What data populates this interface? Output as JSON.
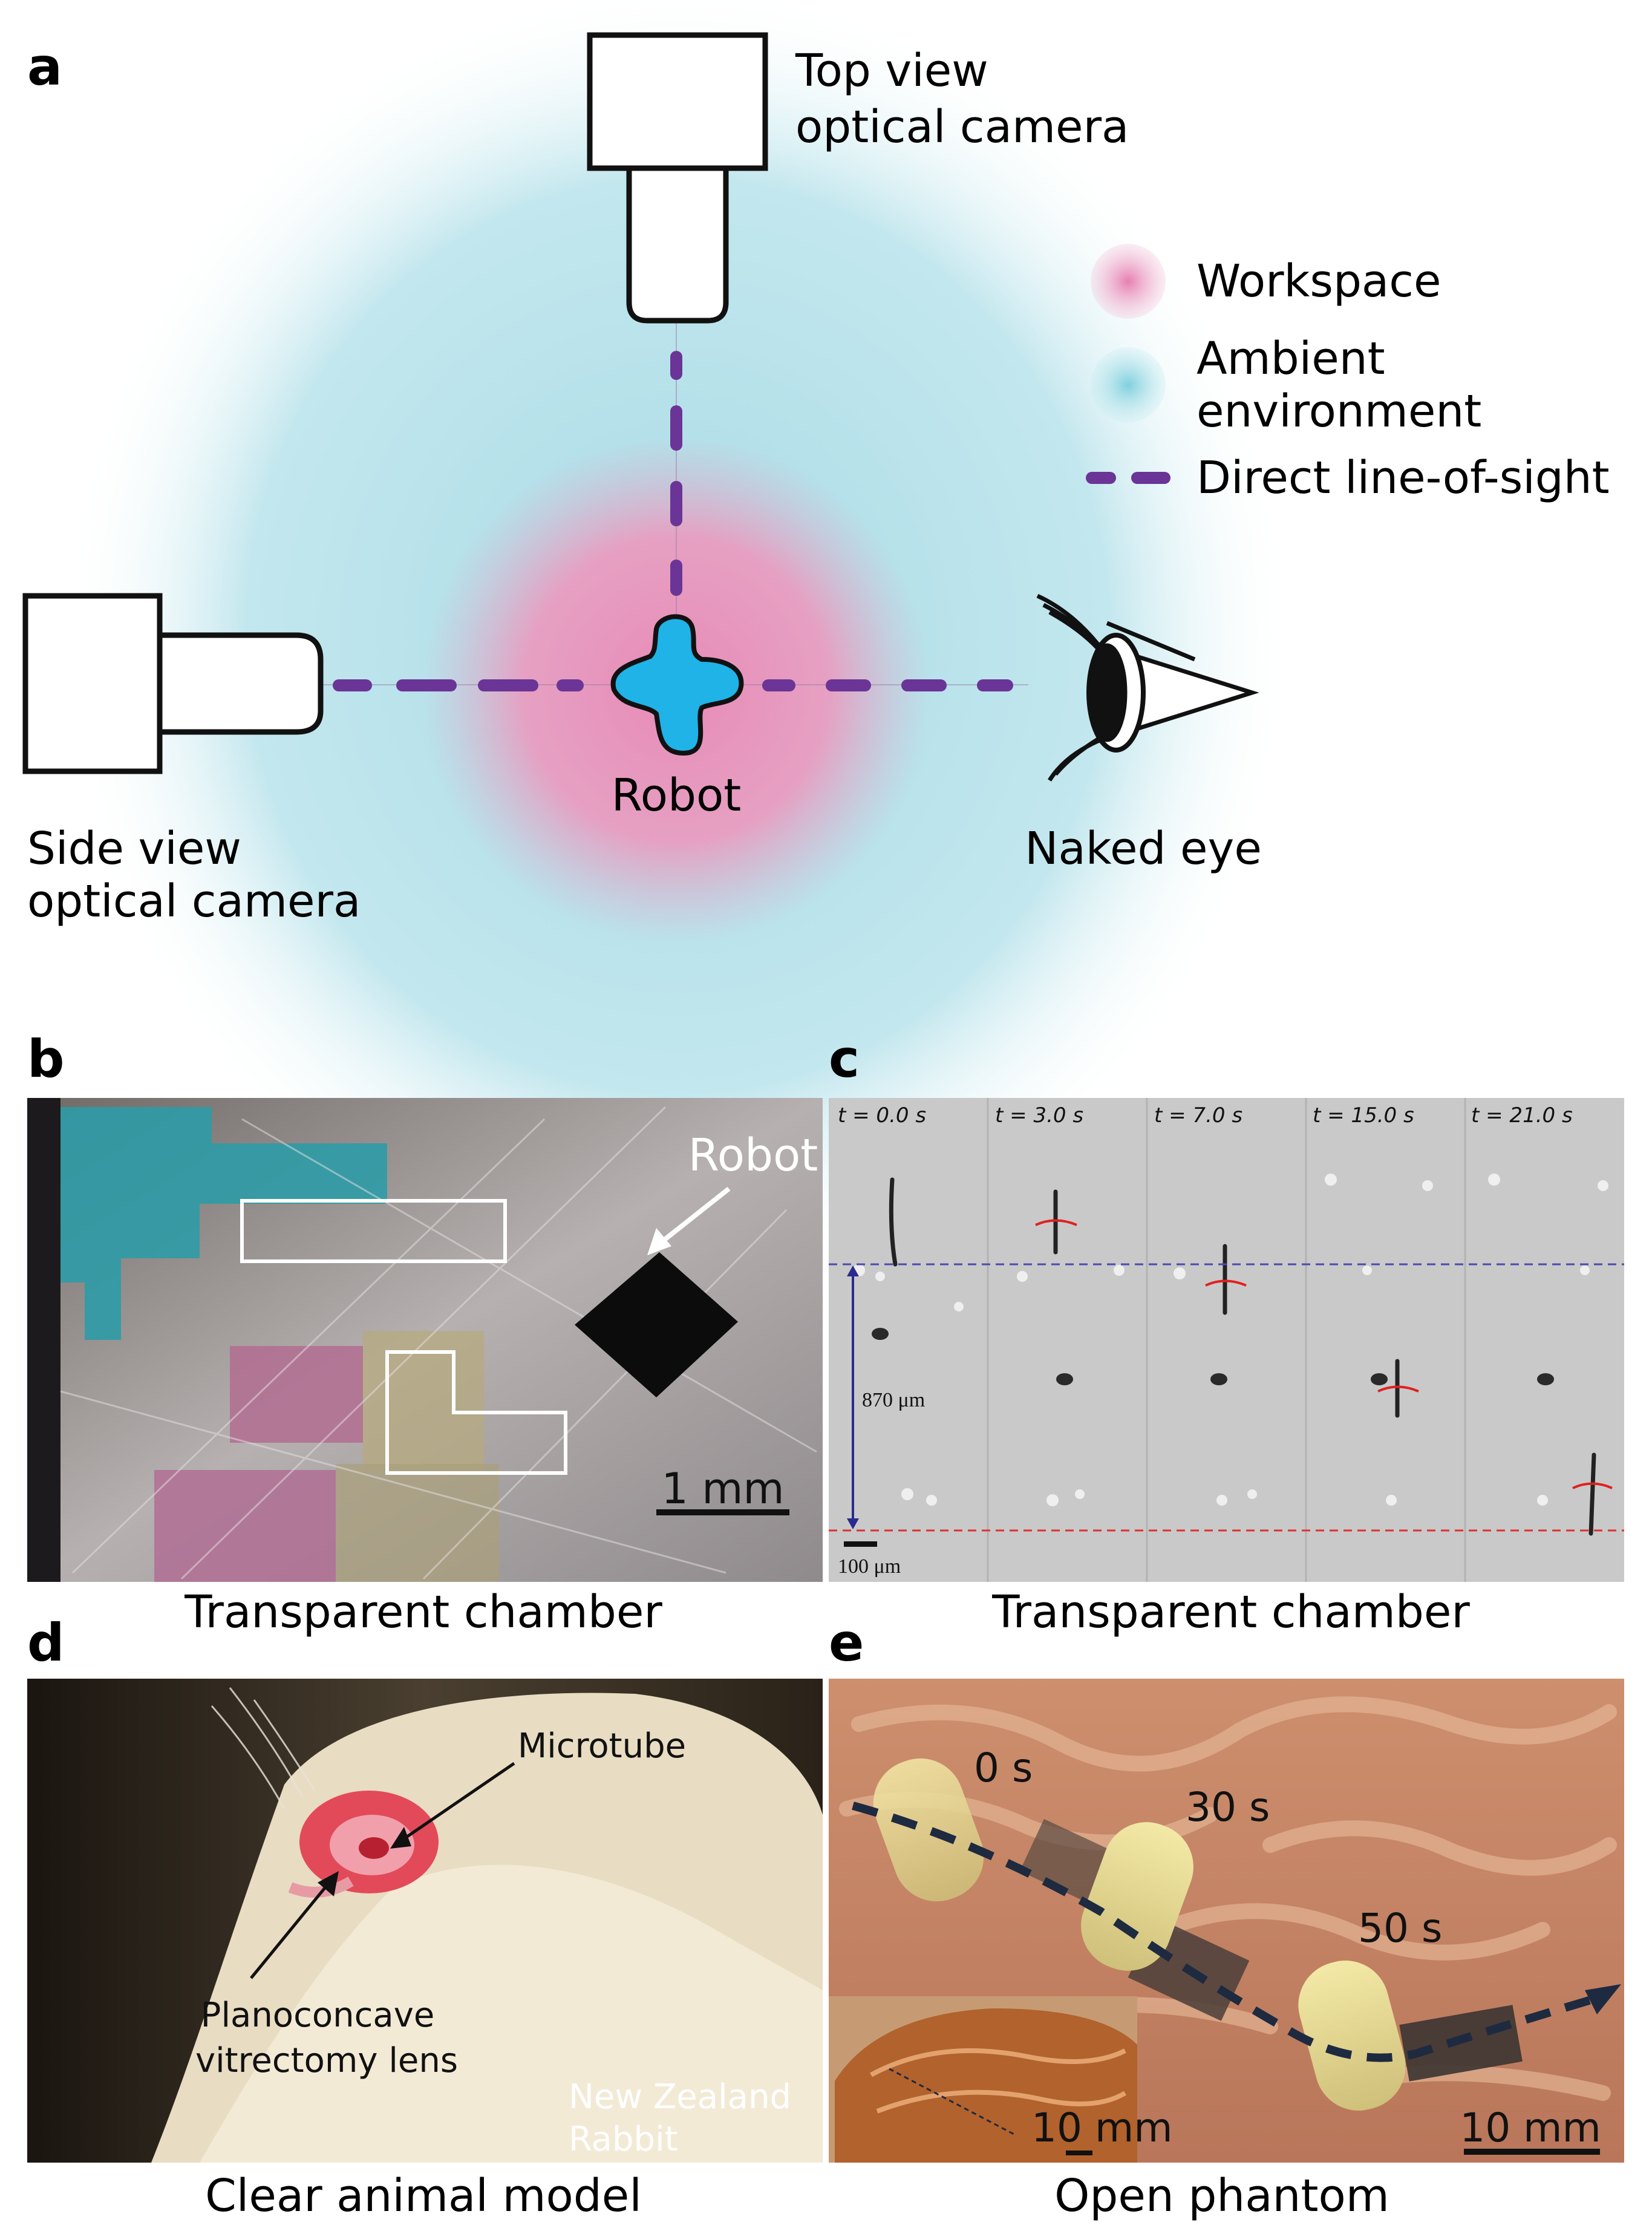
{
  "panel_letters": {
    "a": "a",
    "b": "b",
    "c": "c",
    "d": "d",
    "e": "e"
  },
  "panel_a": {
    "top_camera_line1": "Top view",
    "top_camera_line2": "optical camera",
    "side_camera_line1": "Side view",
    "side_camera_line2": "optical camera",
    "robot_label": "Robot",
    "eye_label": "Naked eye",
    "legend": {
      "workspace": "Workspace",
      "ambient_line1": "Ambient",
      "ambient_line2": "environment",
      "line_of_sight": "Direct line-of-sight"
    },
    "colors": {
      "workspace": "#e58fb8",
      "ambient": "#b5e1e9",
      "line_of_sight": "#6a3596",
      "robot": "#1fb3e8"
    }
  },
  "panel_b": {
    "robot_label": "Robot",
    "scale_bar": "1 mm",
    "caption": "Transparent chamber"
  },
  "panel_c": {
    "time_labels": [
      "t = 0.0 s",
      "t = 3.0 s",
      "t = 7.0 s",
      "t = 15.0 s",
      "t = 21.0 s"
    ],
    "distance_label": "870 μm",
    "scale_bar": "100 μm",
    "caption": "Transparent chamber"
  },
  "panel_d": {
    "microtube_label": "Microtube",
    "lens_line1": "Planoconcave",
    "lens_line2": "vitrectomy lens",
    "species_line1": "New Zealand",
    "species_line2": "Rabbit",
    "caption": "Clear animal model"
  },
  "panel_e": {
    "times": [
      "0 s",
      "30 s",
      "50 s"
    ],
    "inset_scale_bar": "10 mm",
    "scale_bar": "10 mm",
    "caption": "Open phantom"
  }
}
